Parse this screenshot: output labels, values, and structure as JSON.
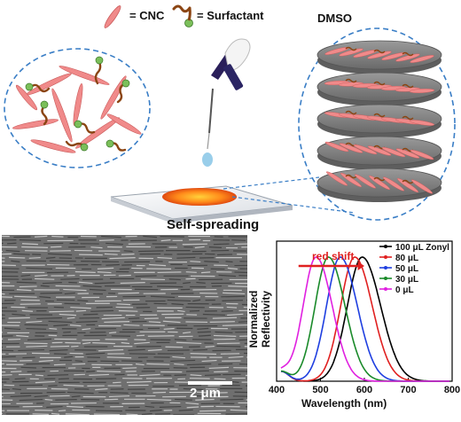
{
  "legend": {
    "cnc_label": "= CNC",
    "surfactant_label": "= Surfactant",
    "solvent_label": "DMSO"
  },
  "process_label": "Self-spreading",
  "sem": {
    "scale_bar_label": "2 μm"
  },
  "colors": {
    "cnc": "#f08a8a",
    "surfactant": "#8b4513",
    "head": "#7bbf5a",
    "dash": "#3a7ec6",
    "disc": "#7b7b7b"
  },
  "chart_data": {
    "type": "line",
    "xlabel": "Wavelength (nm)",
    "ylabel": "Normalized Reflectivity",
    "xlim": [
      400,
      800
    ],
    "xticks": [
      400,
      500,
      600,
      700,
      800
    ],
    "annotation": "red shift",
    "legend_position": "top-right",
    "series": [
      {
        "name": "100 μL Zonyl",
        "color": "#000000",
        "peak": 595,
        "width": 40
      },
      {
        "name": "80 μL",
        "color": "#e02020",
        "peak": 578,
        "width": 38
      },
      {
        "name": "50 μL",
        "color": "#1f3fe0",
        "peak": 545,
        "width": 37
      },
      {
        "name": "30 μL",
        "color": "#1a8a2a",
        "peak": 518,
        "width": 36
      },
      {
        "name": "0 μL",
        "color": "#e020e0",
        "peak": 490,
        "width": 35
      }
    ]
  }
}
